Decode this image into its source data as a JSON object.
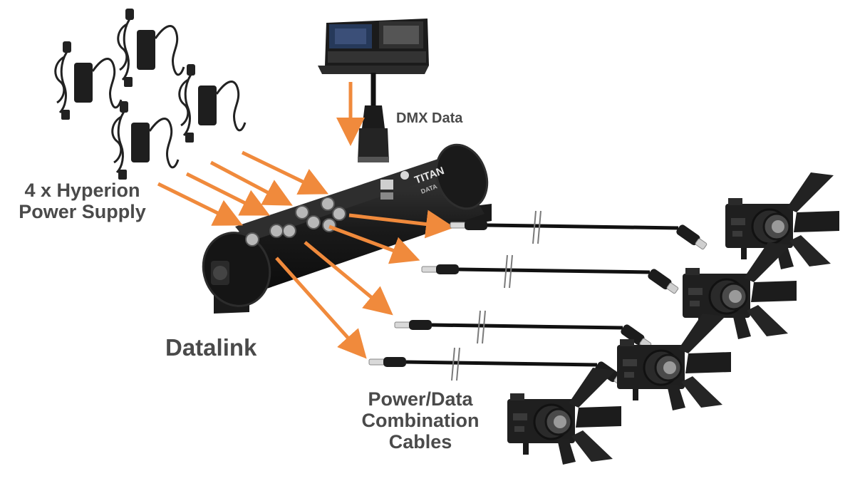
{
  "labels": {
    "power_supply": [
      "4 x Hyperion",
      "Power Supply"
    ],
    "dmx": "DMX Data",
    "datalink": "Datalink",
    "cables": [
      "Power/Data",
      "Combination",
      "Cables"
    ]
  },
  "device_text": {
    "brand": "TITAN",
    "brand_sub": "DATA"
  },
  "colors": {
    "arrow": "#f08a3c",
    "text": "#4a4a4a",
    "device": "#1c1c1c"
  },
  "icons": [
    "power-supply-icon",
    "lighting-console-icon",
    "xlr-connector-icon",
    "datalink-hub-icon",
    "cable-icon",
    "fresnel-light-icon"
  ]
}
